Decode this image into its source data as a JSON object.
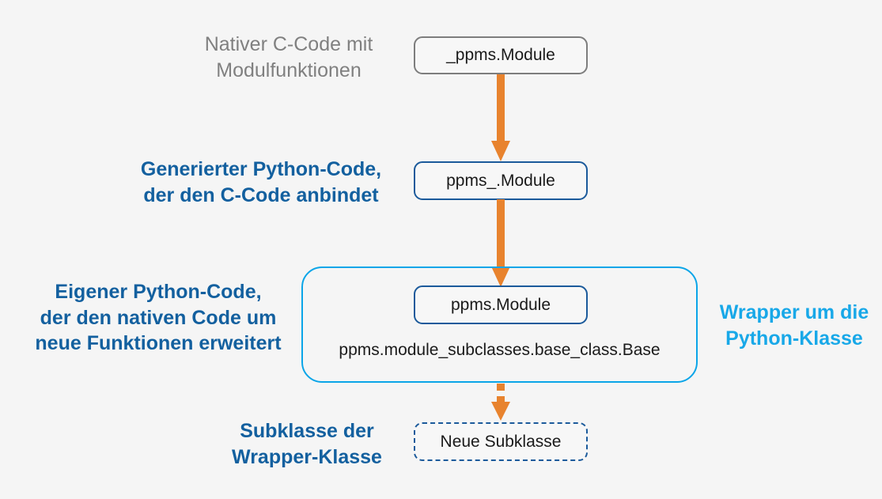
{
  "diagram": {
    "title": "PPMS Python wrapper architecture",
    "background_color": "#f5f5f5",
    "colors": {
      "grey_text": "#808080",
      "dark_blue": "#13609f",
      "cyan": "#18a8e8",
      "orange_arrow": "#e8832e",
      "node_grey_border": "#7d7d7d",
      "node_blue_border": "#1b5a9b",
      "wrapper_border": "#0aa5e8",
      "node_text": "#1a1a1a"
    }
  },
  "labels": {
    "native_c": "Nativer C-Code mit\nModulfunktionen",
    "generated_python": "Generierter Python-Code,\nder den C-Code anbindet",
    "own_python": "Eigener Python-Code,\nder den nativen Code um\nneue Funktionen erweitert",
    "wrapper": "Wrapper um die\nPython-Klasse",
    "subclass": "Subklasse der\nWrapper-Klasse"
  },
  "nodes": {
    "native_module": "_ppms.Module",
    "generated_module": "ppms_.Module",
    "wrapper_module": "ppms.Module",
    "base_class": "ppms.module_subclasses.base_class.Base",
    "new_subclass": "Neue Subklasse"
  },
  "arrows": {
    "arrow1_name": "arrow-native-to-generated",
    "arrow2_name": "arrow-generated-to-wrapper",
    "arrow3_name": "arrow-wrapper-to-subclass",
    "arrow3_style": "dashed"
  }
}
